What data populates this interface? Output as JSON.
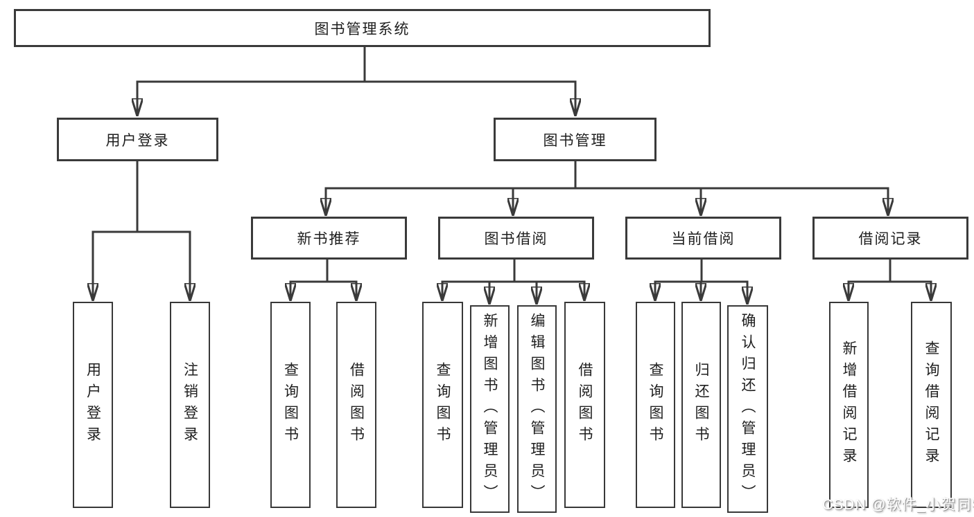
{
  "diagram": {
    "root": {
      "label": "图书管理系统"
    },
    "branches": [
      {
        "label": "用户登录",
        "children": [
          {
            "label": "用户登录"
          },
          {
            "label": "注销登录"
          }
        ]
      },
      {
        "label": "图书管理",
        "children": [
          {
            "label": "新书推荐",
            "children": [
              {
                "label": "查询图书"
              },
              {
                "label": "借阅图书"
              }
            ]
          },
          {
            "label": "图书借阅",
            "children": [
              {
                "label": "查询图书"
              },
              {
                "label": "新增图书（管理员）"
              },
              {
                "label": "编辑图书（管理员）"
              },
              {
                "label": "借阅图书"
              }
            ]
          },
          {
            "label": "当前借阅",
            "children": [
              {
                "label": "查询图书"
              },
              {
                "label": "归还图书"
              },
              {
                "label": "确认归还（管理员）"
              }
            ]
          },
          {
            "label": "借阅记录",
            "children": [
              {
                "label": "新增借阅记录"
              },
              {
                "label": "查询借阅记录"
              }
            ]
          }
        ]
      }
    ]
  },
  "watermark": {
    "text": "CSDN @软件_小贺同学"
  },
  "colors": {
    "line": "#3a3a3a",
    "text": "#1e1e1e",
    "background": "#ffffff",
    "watermark_text": "#ffffff",
    "watermark_shadow": "#9a9a9a"
  }
}
